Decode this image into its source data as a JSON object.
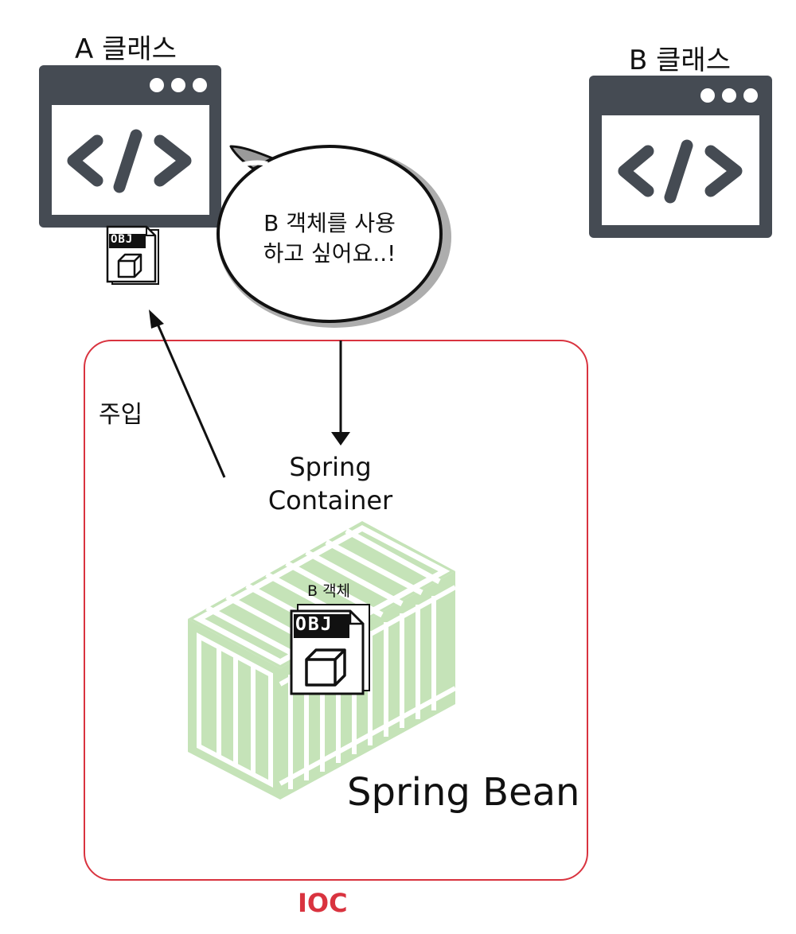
{
  "class_a": {
    "title": "A 클래스",
    "icon": "code-window-icon"
  },
  "class_b": {
    "title": "B 클래스",
    "icon": "code-window-icon"
  },
  "object_file": {
    "badge": "OBJ",
    "icon": "object-file-icon"
  },
  "speech_bubble": {
    "line1": "B 객체를 사용",
    "line2": "하고 싶어요..!"
  },
  "inject_label": "주입",
  "container": {
    "line1": "Spring",
    "line2": "Container",
    "icon": "shipping-container-icon"
  },
  "b_object_label": "B 객체",
  "bean_label": "Spring Bean",
  "ioc_label": "IOC",
  "colors": {
    "window": "#454b53",
    "ioc_border": "#d9333f",
    "ioc_text": "#d9333f",
    "container_green": "#c5e3b8"
  }
}
